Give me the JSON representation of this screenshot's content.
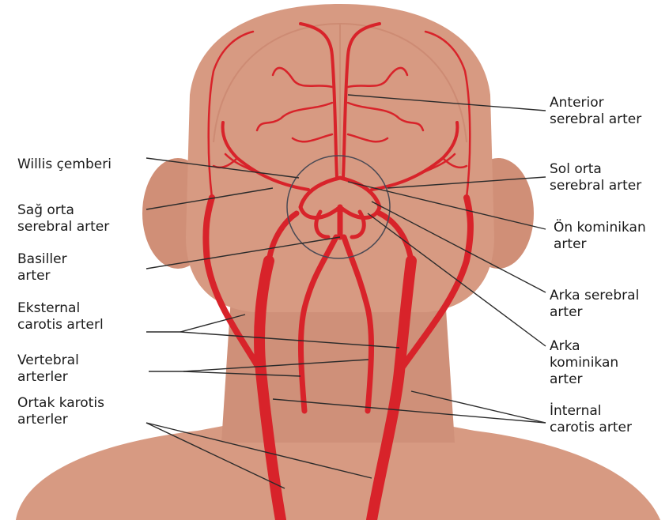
{
  "diagram": {
    "labels": {
      "anterior_cerebral": [
        "Anterior",
        "serebral arter"
      ],
      "willis": [
        "Willis çemberi"
      ],
      "left_middle_cerebral": [
        "Sol orta",
        "serebral arter"
      ],
      "right_middle_cerebral": [
        "Sağ orta",
        "serebral arter"
      ],
      "anterior_communicating": [
        "Ön kominikan",
        "arter"
      ],
      "basilar": [
        "Basiller",
        "arter"
      ],
      "external_carotid": [
        "Eksternal",
        "carotis arterl"
      ],
      "posterior_cerebral": [
        "Arka serebral",
        "arter"
      ],
      "vertebral": [
        "Vertebral",
        "arterler"
      ],
      "posterior_communicating": [
        "Arka",
        "kominikan",
        "arter"
      ],
      "common_carotid": [
        "Ortak karotis",
        "arterler"
      ],
      "internal_carotid": [
        "İnternal",
        "carotis arter"
      ]
    },
    "colors": {
      "skin": "#d79a82",
      "skin_shadow": "#c98a72",
      "artery": "#d8232a",
      "artery_dark": "#b3151c",
      "line": "#2b2b2b"
    }
  }
}
